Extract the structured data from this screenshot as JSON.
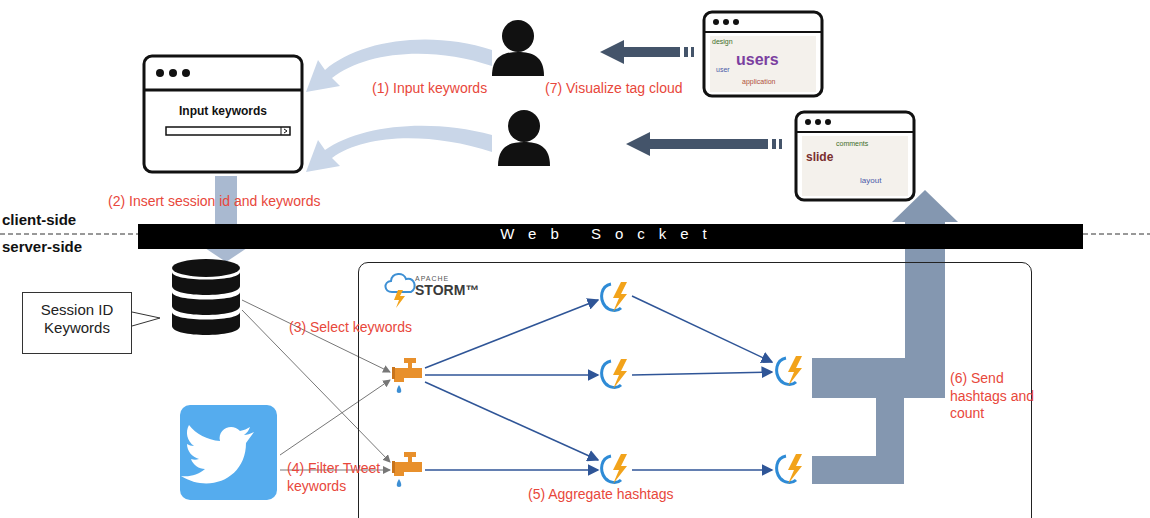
{
  "diagram": {
    "nodes": [
      {
        "text": [
          "Input keywords"
        ]
      },
      {
        "text": [
          "Web Socket"
        ]
      },
      {
        "text": [
          "Session ID Keywords"
        ]
      },
      {
        "text": [
          "APACHE",
          "STORM™"
        ]
      }
    ],
    "labels": [
      "(1) Input keywords",
      "(7) Visualize tag cloud",
      "(2) Insert session id and keywords",
      "client-side",
      "server-side",
      "(3) Select keywords",
      "(4) Filter Tweet keywords",
      "(5) Aggregate hashtags",
      "(6) Send hashtags and count",
      "users",
      "design",
      "application",
      "user",
      "slide",
      "layout",
      "comments"
    ]
  }
}
